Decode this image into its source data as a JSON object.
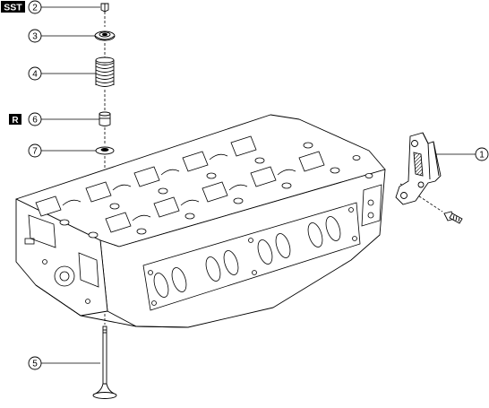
{
  "badges": {
    "sst": "SST",
    "r": "R"
  },
  "callouts": {
    "c1": "1",
    "c2": "2",
    "c3": "3",
    "c4": "4",
    "c5": "5",
    "c6": "6",
    "c7": "7"
  },
  "colors": {
    "ink": "#000000",
    "paper": "#ffffff",
    "badge_bg": "#000000",
    "badge_fg": "#ffffff"
  }
}
